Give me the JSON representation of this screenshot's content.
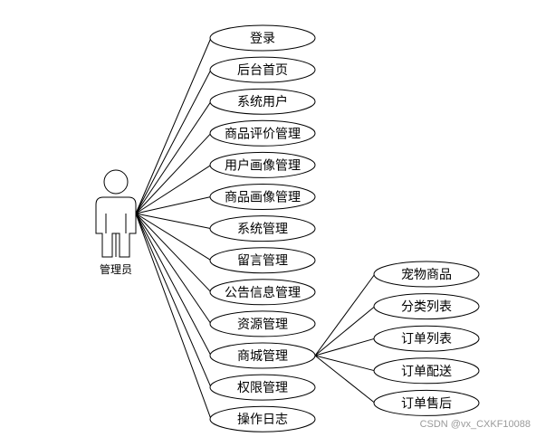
{
  "actor": {
    "label": "管理员"
  },
  "use_cases": [
    "登录",
    "后台首页",
    "系统用户",
    "商品评价管理",
    "用户画像管理",
    "商品画像管理",
    "系统管理",
    "留言管理",
    "公告信息管理",
    "资源管理",
    "商城管理",
    "权限管理",
    "操作日志"
  ],
  "sub_use_cases": {
    "parent": "商城管理",
    "items": [
      "宠物商品",
      "分类列表",
      "订单列表",
      "订单配送",
      "订单售后"
    ]
  },
  "watermark": "CSDN @vx_CXKF10088"
}
